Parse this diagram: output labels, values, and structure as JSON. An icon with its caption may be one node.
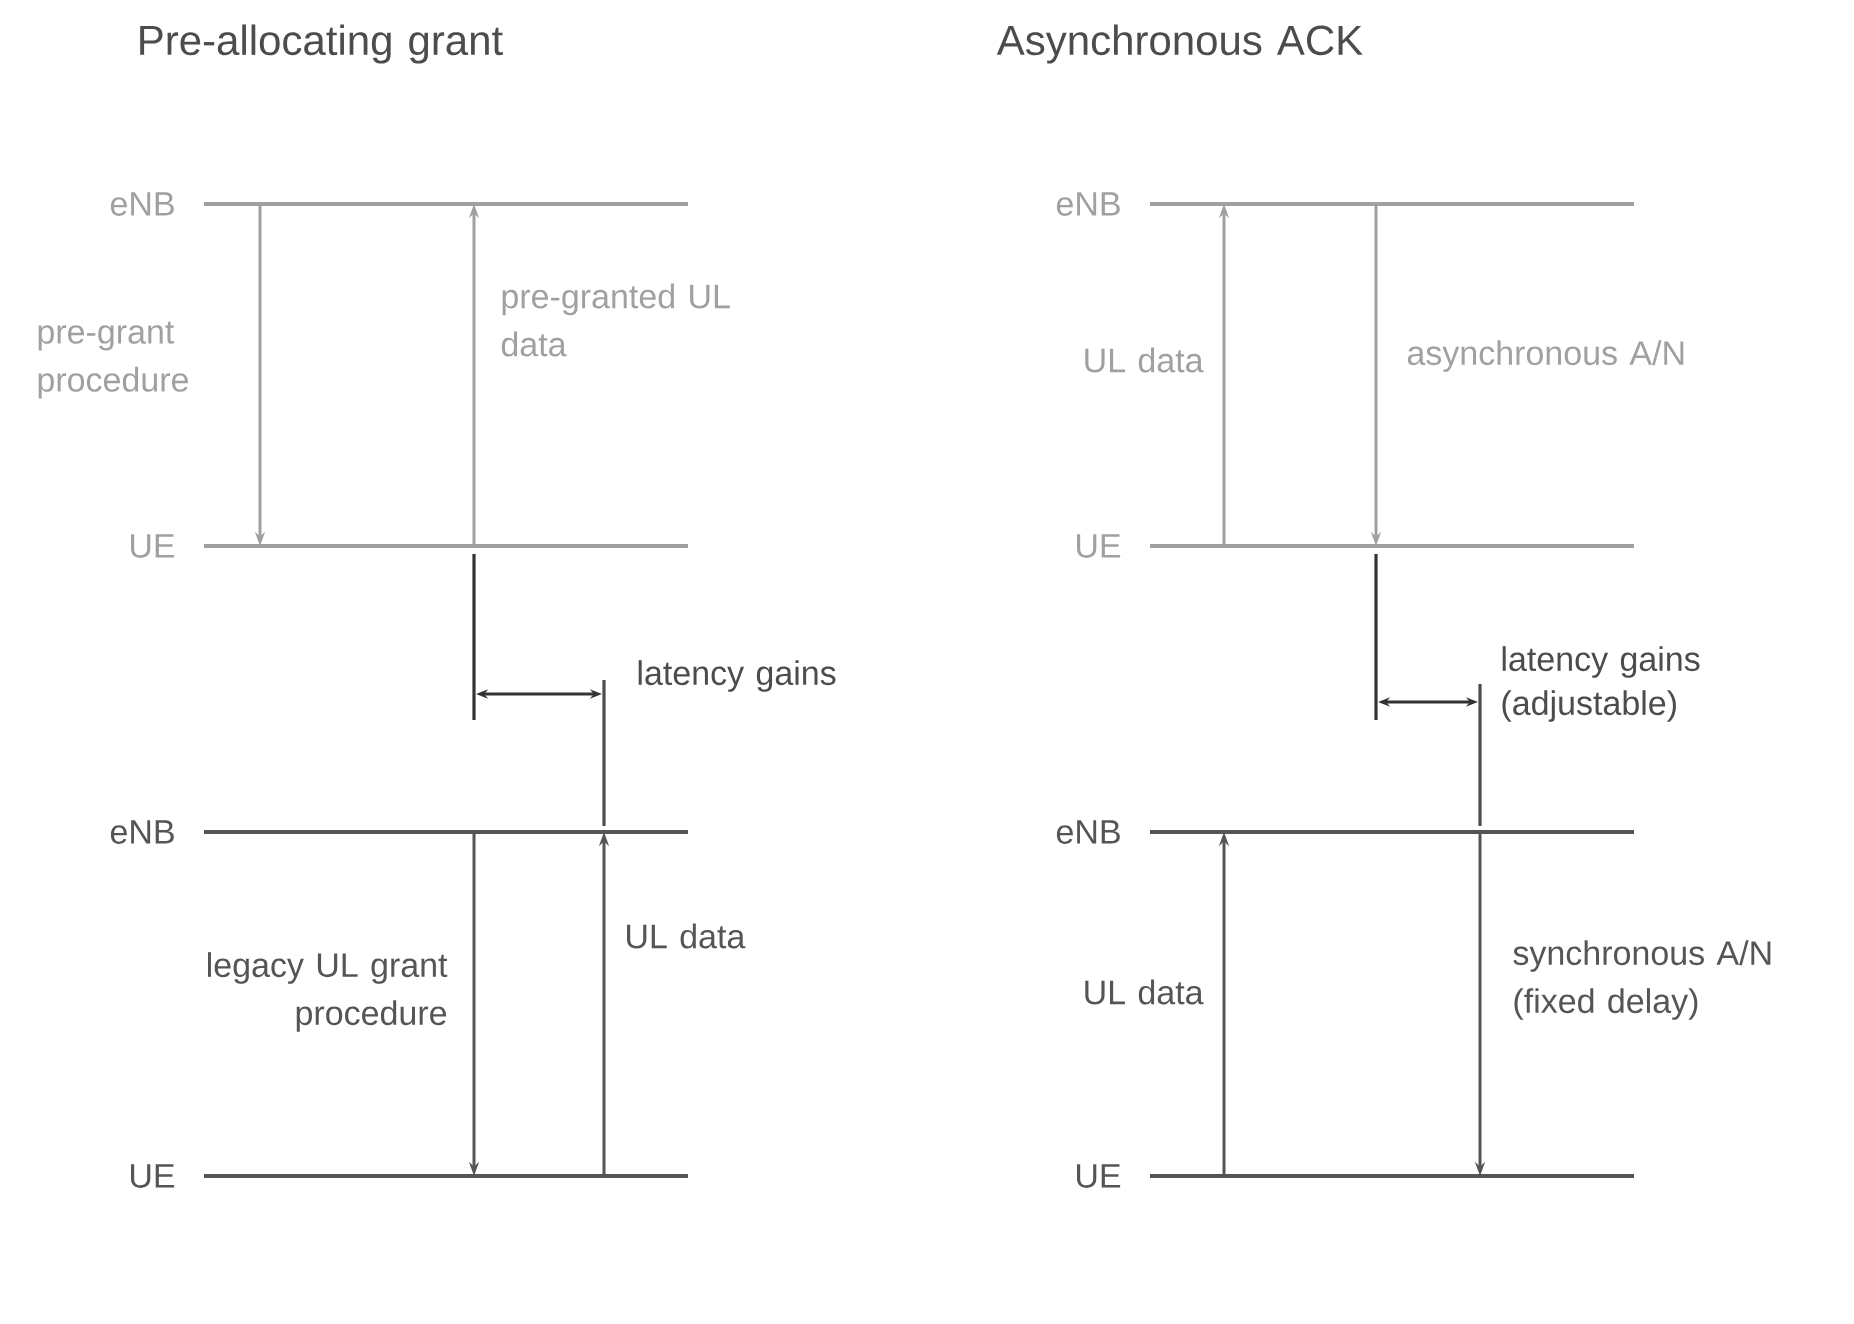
{
  "diagram": {
    "nodes": [
      {
        "text": [
          "eNB"
        ]
      },
      {
        "text": [
          "UE"
        ]
      },
      {
        "text": [
          "eNB"
        ]
      },
      {
        "text": [
          "UE"
        ]
      },
      {
        "text": [
          "eNB"
        ]
      },
      {
        "text": [
          "UE"
        ]
      },
      {
        "text": [
          "eNB"
        ]
      },
      {
        "text": [
          "UE"
        ]
      }
    ],
    "edges": [
      {
        "from": 0,
        "to": 1,
        "arrow": "to",
        "label": "pre-grant procedure",
        "color": "#a0a0a0"
      },
      {
        "from": 1,
        "to": 0,
        "arrow": "to",
        "label": "pre-granted UL data",
        "color": "#a0a0a0"
      },
      {
        "from": 2,
        "to": 3,
        "arrow": "to",
        "label": "legacy UL grant procedure"
      },
      {
        "from": 3,
        "to": 2,
        "arrow": "to",
        "label": "UL data"
      },
      {
        "from": 5,
        "to": 4,
        "arrow": "to",
        "label": "UL data",
        "color": "#a0a0a0"
      },
      {
        "from": 4,
        "to": 5,
        "arrow": "to",
        "label": "asynchronous A/N",
        "color": "#a0a0a0"
      },
      {
        "from": 7,
        "to": 6,
        "arrow": "to",
        "label": "UL data"
      },
      {
        "from": 6,
        "to": 7,
        "arrow": "to",
        "label": "synchronous A/N (fixed delay)"
      }
    ],
    "labels": [
      "Pre-allocating grant",
      "Asynchronous ACK",
      "latency gains",
      "latency gains (adjustable)"
    ]
  }
}
